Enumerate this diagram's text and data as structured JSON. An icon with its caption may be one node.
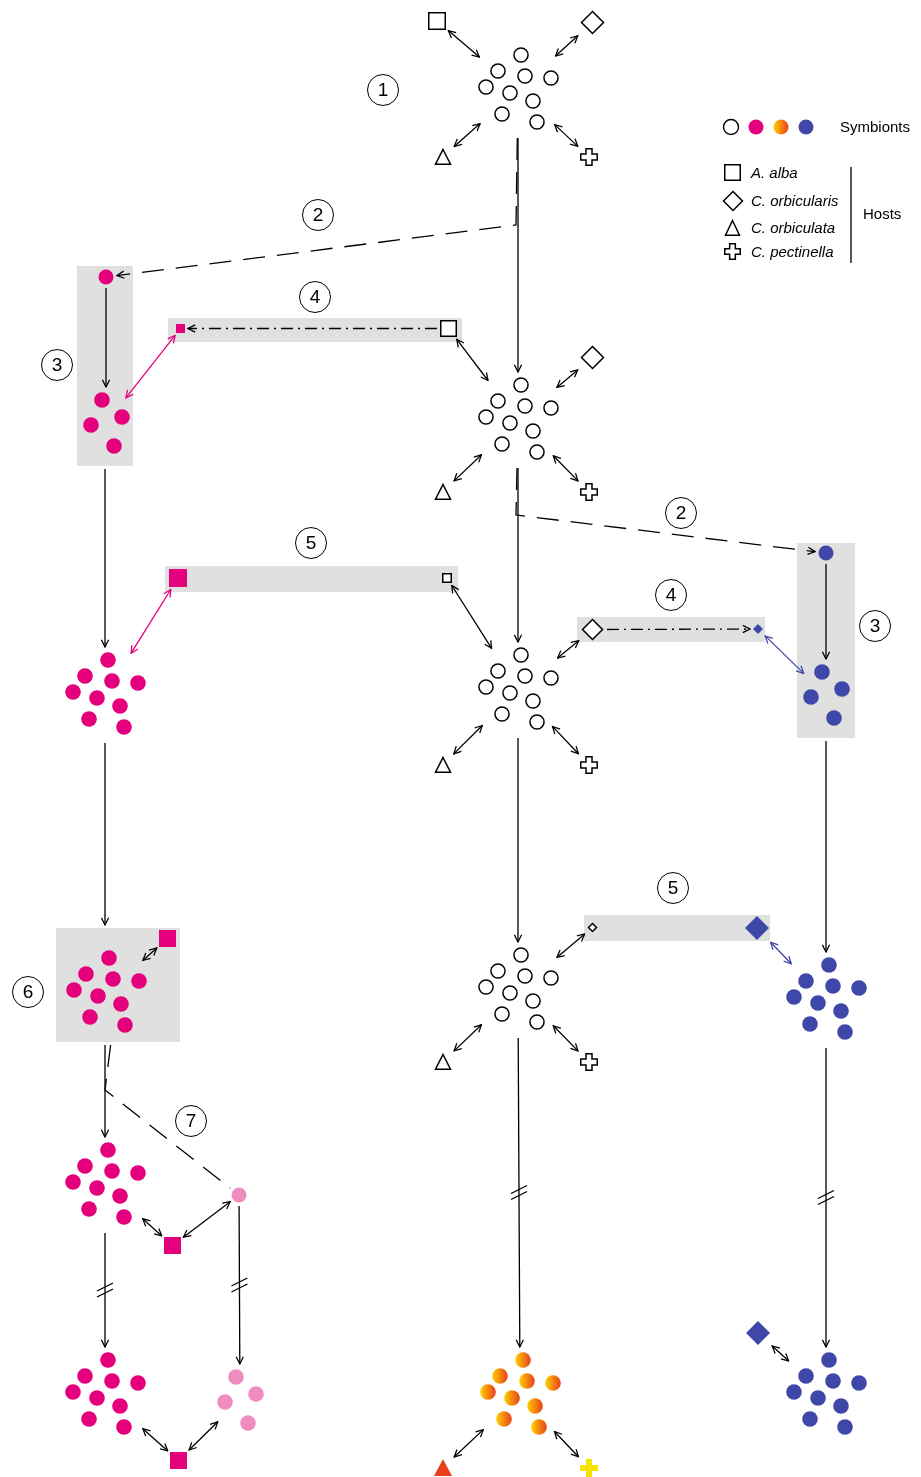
{
  "diagram": {
    "nodes": [
      {
        "text": [],
        "shape": "box"
      },
      {
        "text": [],
        "shape": "diamond"
      },
      {
        "text": [],
        "shape": "circle"
      },
      {
        "text": [],
        "shape": "triangle"
      },
      {
        "text": [],
        "shape": "cross"
      },
      {
        "text": [],
        "shape": "box",
        "beside": [
          "3"
        ]
      },
      {
        "text": [],
        "shape": "circle",
        "in": 5
      },
      {
        "text": [],
        "shape": "box",
        "beside": [
          "4"
        ]
      },
      {
        "text": [],
        "shape": "box",
        "in": 7
      },
      {
        "text": [],
        "shape": "box",
        "in": 7
      },
      {
        "text": [],
        "shape": "circle",
        "in": 5
      },
      {
        "text": [],
        "shape": "diamond"
      },
      {
        "text": [],
        "shape": "circle"
      },
      {
        "text": [],
        "shape": "triangle"
      },
      {
        "text": [],
        "shape": "cross"
      },
      {
        "text": [],
        "shape": "box",
        "beside": [
          "5"
        ]
      },
      {
        "text": [],
        "shape": "box",
        "in": 15
      },
      {
        "text": [],
        "shape": "box",
        "in": 15
      },
      {
        "text": [],
        "shape": "box",
        "beside": [
          "3"
        ]
      },
      {
        "text": [],
        "shape": "circle",
        "in": 18
      },
      {
        "text": [],
        "shape": "box",
        "beside": [
          "4"
        ]
      },
      {
        "text": [],
        "shape": "diamond",
        "in": 20
      },
      {
        "text": [],
        "shape": "diamond",
        "in": 20
      },
      {
        "text": [],
        "shape": "circle"
      },
      {
        "text": [],
        "shape": "circle"
      },
      {
        "text": [],
        "shape": "circle",
        "in": 18
      },
      {
        "text": [],
        "shape": "triangle"
      },
      {
        "text": [],
        "shape": "cross"
      },
      {
        "text": [],
        "shape": "box",
        "beside": [
          "6"
        ]
      },
      {
        "text": [],
        "shape": "box",
        "in": 28
      },
      {
        "text": [],
        "shape": "circle",
        "in": 28
      },
      {
        "text": [],
        "shape": "box",
        "beside": [
          "5"
        ]
      },
      {
        "text": [],
        "shape": "diamond",
        "in": 31
      },
      {
        "text": [],
        "shape": "diamond",
        "in": 31
      },
      {
        "text": [],
        "shape": "circle"
      },
      {
        "text": [],
        "shape": "circle"
      },
      {
        "text": [],
        "shape": "triangle"
      },
      {
        "text": [],
        "shape": "cross"
      },
      {
        "text": [],
        "shape": "circle"
      },
      {
        "text": [],
        "shape": "circle"
      },
      {
        "text": [],
        "shape": "box"
      },
      {
        "text": [],
        "shape": "diamond"
      },
      {
        "text": [],
        "shape": "circle"
      },
      {
        "text": [],
        "shape": "circle"
      },
      {
        "text": [],
        "shape": "circle"
      },
      {
        "text": [],
        "shape": "circle"
      },
      {
        "text": [],
        "shape": "box"
      },
      {
        "text": [],
        "shape": "triangle"
      },
      {
        "text": [],
        "shape": "cross"
      }
    ],
    "edges": [
      {
        "from": 2,
        "to": 0,
        "arrow": "both"
      },
      {
        "from": 2,
        "to": 1,
        "arrow": "both"
      },
      {
        "from": 2,
        "to": 3,
        "arrow": "both"
      },
      {
        "from": 2,
        "to": 4,
        "arrow": "both"
      },
      {
        "from": 2,
        "to": 6,
        "arrow": "to",
        "style": "dashed",
        "label": "2"
      },
      {
        "from": 2,
        "to": 12,
        "arrow": "to"
      },
      {
        "from": 6,
        "to": 10,
        "arrow": "to"
      },
      {
        "from": 9,
        "to": 8,
        "arrow": "to",
        "style": "dashed"
      },
      {
        "from": 8,
        "to": 10,
        "arrow": "both",
        "color": "#e4007c"
      },
      {
        "from": 9,
        "to": 12,
        "arrow": "both"
      },
      {
        "from": 12,
        "to": 11,
        "arrow": "both"
      },
      {
        "from": 12,
        "to": 13,
        "arrow": "both"
      },
      {
        "from": 12,
        "to": 14,
        "arrow": "both"
      },
      {
        "from": 5,
        "to": 23,
        "arrow": "to"
      },
      {
        "from": 16,
        "to": 23,
        "arrow": "both",
        "color": "#e4007c"
      },
      {
        "from": 17,
        "to": 24,
        "arrow": "both"
      },
      {
        "from": 12,
        "to": 24,
        "arrow": "to"
      },
      {
        "from": 12,
        "to": 19,
        "arrow": "to",
        "style": "dashed",
        "label": "2"
      },
      {
        "from": 19,
        "to": 25,
        "arrow": "to"
      },
      {
        "from": 21,
        "to": 22,
        "arrow": "to",
        "style": "dashed"
      },
      {
        "from": 22,
        "to": 25,
        "arrow": "both",
        "color": "#3f48a8"
      },
      {
        "from": 21,
        "to": 24,
        "arrow": "both"
      },
      {
        "from": 24,
        "to": 26,
        "arrow": "both"
      },
      {
        "from": 24,
        "to": 27,
        "arrow": "both"
      },
      {
        "from": 23,
        "to": 28,
        "arrow": "to"
      },
      {
        "from": 29,
        "to": 30,
        "arrow": "both"
      },
      {
        "from": 24,
        "to": 34,
        "arrow": "to"
      },
      {
        "from": 32,
        "to": 34,
        "arrow": "both"
      },
      {
        "from": 33,
        "to": 35,
        "arrow": "both",
        "color": "#3f48a8"
      },
      {
        "from": 18,
        "to": 35,
        "arrow": "to"
      },
      {
        "from": 34,
        "to": 36,
        "arrow": "both"
      },
      {
        "from": 34,
        "to": 37,
        "arrow": "both"
      },
      {
        "from": 28,
        "to": 38,
        "arrow": "to"
      },
      {
        "from": 28,
        "to": 39,
        "arrow": "none",
        "style": "dashed",
        "label": "7"
      },
      {
        "from": 38,
        "to": 40,
        "arrow": "both"
      },
      {
        "from": 40,
        "to": 39,
        "arrow": "both"
      },
      {
        "from": 38,
        "to": 42,
        "arrow": "to"
      },
      {
        "from": 39,
        "to": 43,
        "arrow": "to"
      },
      {
        "from": 34,
        "to": 44,
        "arrow": "to"
      },
      {
        "from": 35,
        "to": 45,
        "arrow": "to"
      },
      {
        "from": 41,
        "to": 45,
        "arrow": "both"
      },
      {
        "from": 42,
        "to": 46,
        "arrow": "both"
      },
      {
        "from": 46,
        "to": 43,
        "arrow": "both"
      },
      {
        "from": 44,
        "to": 47,
        "arrow": "both"
      },
      {
        "from": 44,
        "to": 48,
        "arrow": "both"
      }
    ],
    "labels": [
      "1",
      "Hosts"
    ],
    "legend": [
      {
        "text": "Symbionts"
      },
      {
        "text": "A. alba"
      },
      {
        "text": "C. orbicularis"
      },
      {
        "text": "C. orbiculata"
      },
      {
        "text": "C. pectinella"
      }
    ]
  }
}
